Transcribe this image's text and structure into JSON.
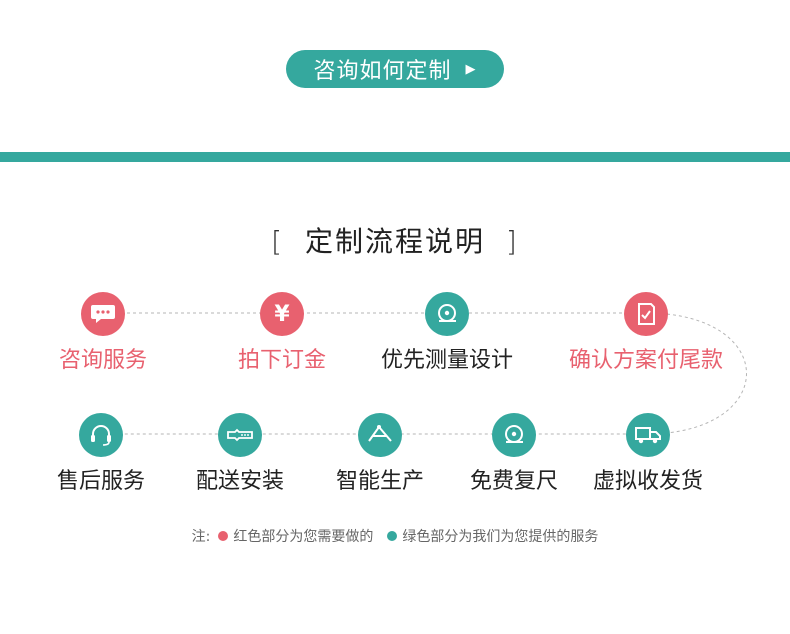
{
  "consult": {
    "label": "咨询如何定制",
    "arrow": "▶"
  },
  "section": {
    "bracket_open": "[",
    "title": "定制流程说明",
    "bracket_close": "]"
  },
  "steps_row1": [
    {
      "label": "咨询服务",
      "color": "red",
      "icon": "chat-bubble-icon"
    },
    {
      "label": "拍下订金",
      "color": "red",
      "icon": "yuan-icon",
      "glyph": "¥"
    },
    {
      "label": "优先测量设计",
      "color": "green",
      "icon": "tape-measure-icon"
    },
    {
      "label": "确认方案付尾款",
      "color": "red",
      "icon": "checklist-icon"
    }
  ],
  "steps_row2": [
    {
      "label": "售后服务",
      "color": "green",
      "icon": "headset-icon"
    },
    {
      "label": "配送安装",
      "color": "green",
      "icon": "wrench-icon"
    },
    {
      "label": "智能生产",
      "color": "green",
      "icon": "compass-icon"
    },
    {
      "label": "免费复尺",
      "color": "green",
      "icon": "tape-measure-icon"
    },
    {
      "label": "虚拟收发货",
      "color": "green",
      "icon": "truck-icon"
    }
  ],
  "note": {
    "prefix": "注:",
    "red_text": "红色部分为您需要做的",
    "green_text": "绿色部分为我们为您提供的服务"
  },
  "colors": {
    "accent_green": "#35a89e",
    "accent_red": "#e8616f"
  }
}
